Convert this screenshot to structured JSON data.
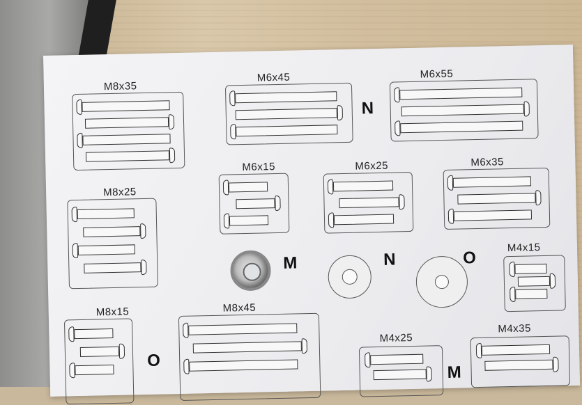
{
  "labels": {
    "m8x35": "M8x35",
    "m6x45": "M6x45",
    "m6x55": "M6x55",
    "m6x15": "M6x15",
    "m6x25": "M6x25",
    "m6x35": "M6x35",
    "m8x25": "M8x25",
    "m4x15": "M4x15",
    "m8x15": "M8x15",
    "m8x45": "M8x45",
    "m4x25": "M4x25",
    "m4x35": "M4x35"
  },
  "letters": {
    "n_top": "N",
    "m_nut": "M",
    "n_washer": "N",
    "o_washer": "O",
    "o_bottom": "O",
    "m_bottom": "M"
  },
  "colors": {
    "sheet": "#efeff2",
    "ink": "#222222",
    "wood": "#d2bf9f",
    "cloth": "#a0a19f"
  }
}
